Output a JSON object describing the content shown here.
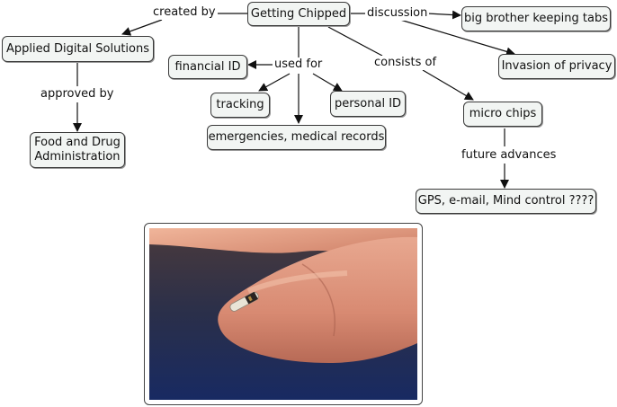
{
  "concepts": {
    "getting_chipped": "Getting Chipped",
    "applied_digital": "Applied Digital Solutions",
    "fda": "Food and Drug Administration",
    "big_brother": "big brother keeping tabs",
    "invasion": "Invasion of privacy",
    "financial_id": "financial ID",
    "tracking": "tracking",
    "personal_id": "personal ID",
    "emergencies": "emergencies, medical records",
    "micro_chips": "micro chips",
    "future": "GPS, e-mail, Mind control ????"
  },
  "links": {
    "created_by": "created by",
    "approved_by": "approved by",
    "discussion": "discussion",
    "used_for": "used for",
    "consists_of": "consists of",
    "future_advances": "future advances"
  },
  "colors": {
    "node_fill": "#f2f5f3",
    "node_border": "#3a3a3a",
    "line": "#111111"
  },
  "image": {
    "subject": "finger-with-microchip-photo"
  }
}
